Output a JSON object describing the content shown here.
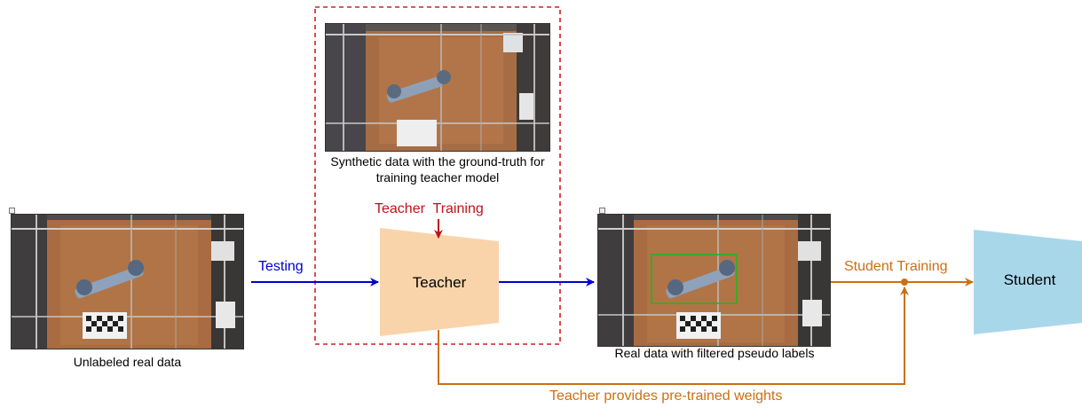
{
  "synthetic_caption": "Synthetic data with the ground-truth for training teacher model",
  "unlabeled_caption": "Unlabeled real data",
  "pseudo_caption": "Real data with filtered pseudo labels",
  "testing_label": "Testing",
  "teacher_training_label": "Teacher  Training",
  "student_training_label": "Student Training",
  "teacher_weights_label": "Teacher provides pre-trained weights",
  "teacher_box": "Teacher",
  "student_box": "Student",
  "colors": {
    "blue_arrow": "#0000cc",
    "red_arrow": "#c0101a",
    "orange_arrow": "#cc6f12",
    "teacher_fill": "#f9d4ab",
    "student_fill": "#a9d7ea",
    "dashed_box": "#d11f26",
    "detection_box": "#22b422"
  }
}
